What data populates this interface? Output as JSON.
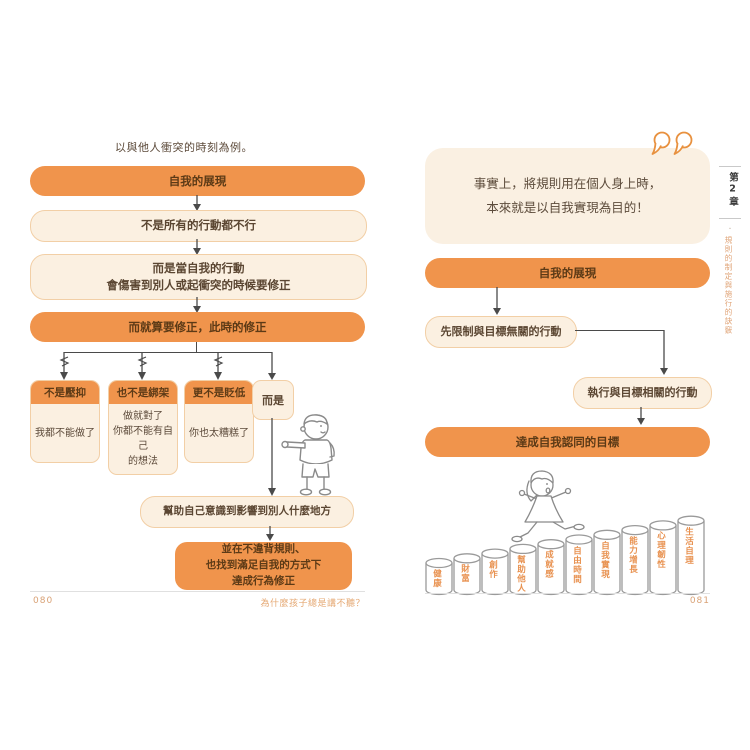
{
  "colors": {
    "accent_orange": "#F0944C",
    "cream": "#FBF0E1",
    "cream_border": "#F2CFA6",
    "dark_brown_text": "#5C3A16",
    "body_text": "#5C4A3A",
    "footer_orange": "#E5A873",
    "pillar_label_orange": "#E8914F"
  },
  "page_left": {
    "caption": "以與他人衝突的時刻為例。",
    "flow": {
      "box1": "自我的展現",
      "box2": "不是所有的行動都不行",
      "box3": "而是當自我的行動\n會傷害到別人或起衝突的時候要修正",
      "box4": "而就算要修正，此時的修正",
      "cards": [
        {
          "header": "不是壓抑",
          "body": "我都不能做了"
        },
        {
          "header": "也不是綁架",
          "body": "做就對了\n你都不能有自己\n的想法"
        },
        {
          "header": "更不是貶低",
          "body": "你也太糟糕了"
        }
      ],
      "alt_box": "而是",
      "box5": "幫助自己意識到影響到別人什麼地方",
      "box6": "並在不違背規則、\n也找到滿足自我的方式下\n達成行為修正"
    },
    "footer": {
      "page_number": "080",
      "running_title": "為什麼孩子總是講不聽？"
    }
  },
  "page_right": {
    "quote": "事實上，將規則用在個人身上時，\n本來就是以自我實現為目的！",
    "flow": {
      "box1": "自我的展現",
      "box2": "先限制與目標無關的行動",
      "box3": "執行與目標相關的行動",
      "box4": "達成自我認同的目標"
    },
    "goals": [
      "健康",
      "財富",
      "創作",
      "幫助他人",
      "成就感",
      "自由時間",
      "自我實現",
      "能力增長",
      "心理韌性",
      "生活自理"
    ],
    "footer": {
      "page_number": "081"
    }
  },
  "sidebar": {
    "chapter": "第2章",
    "chapter_title": "規則的制定與施行的訣竅"
  }
}
